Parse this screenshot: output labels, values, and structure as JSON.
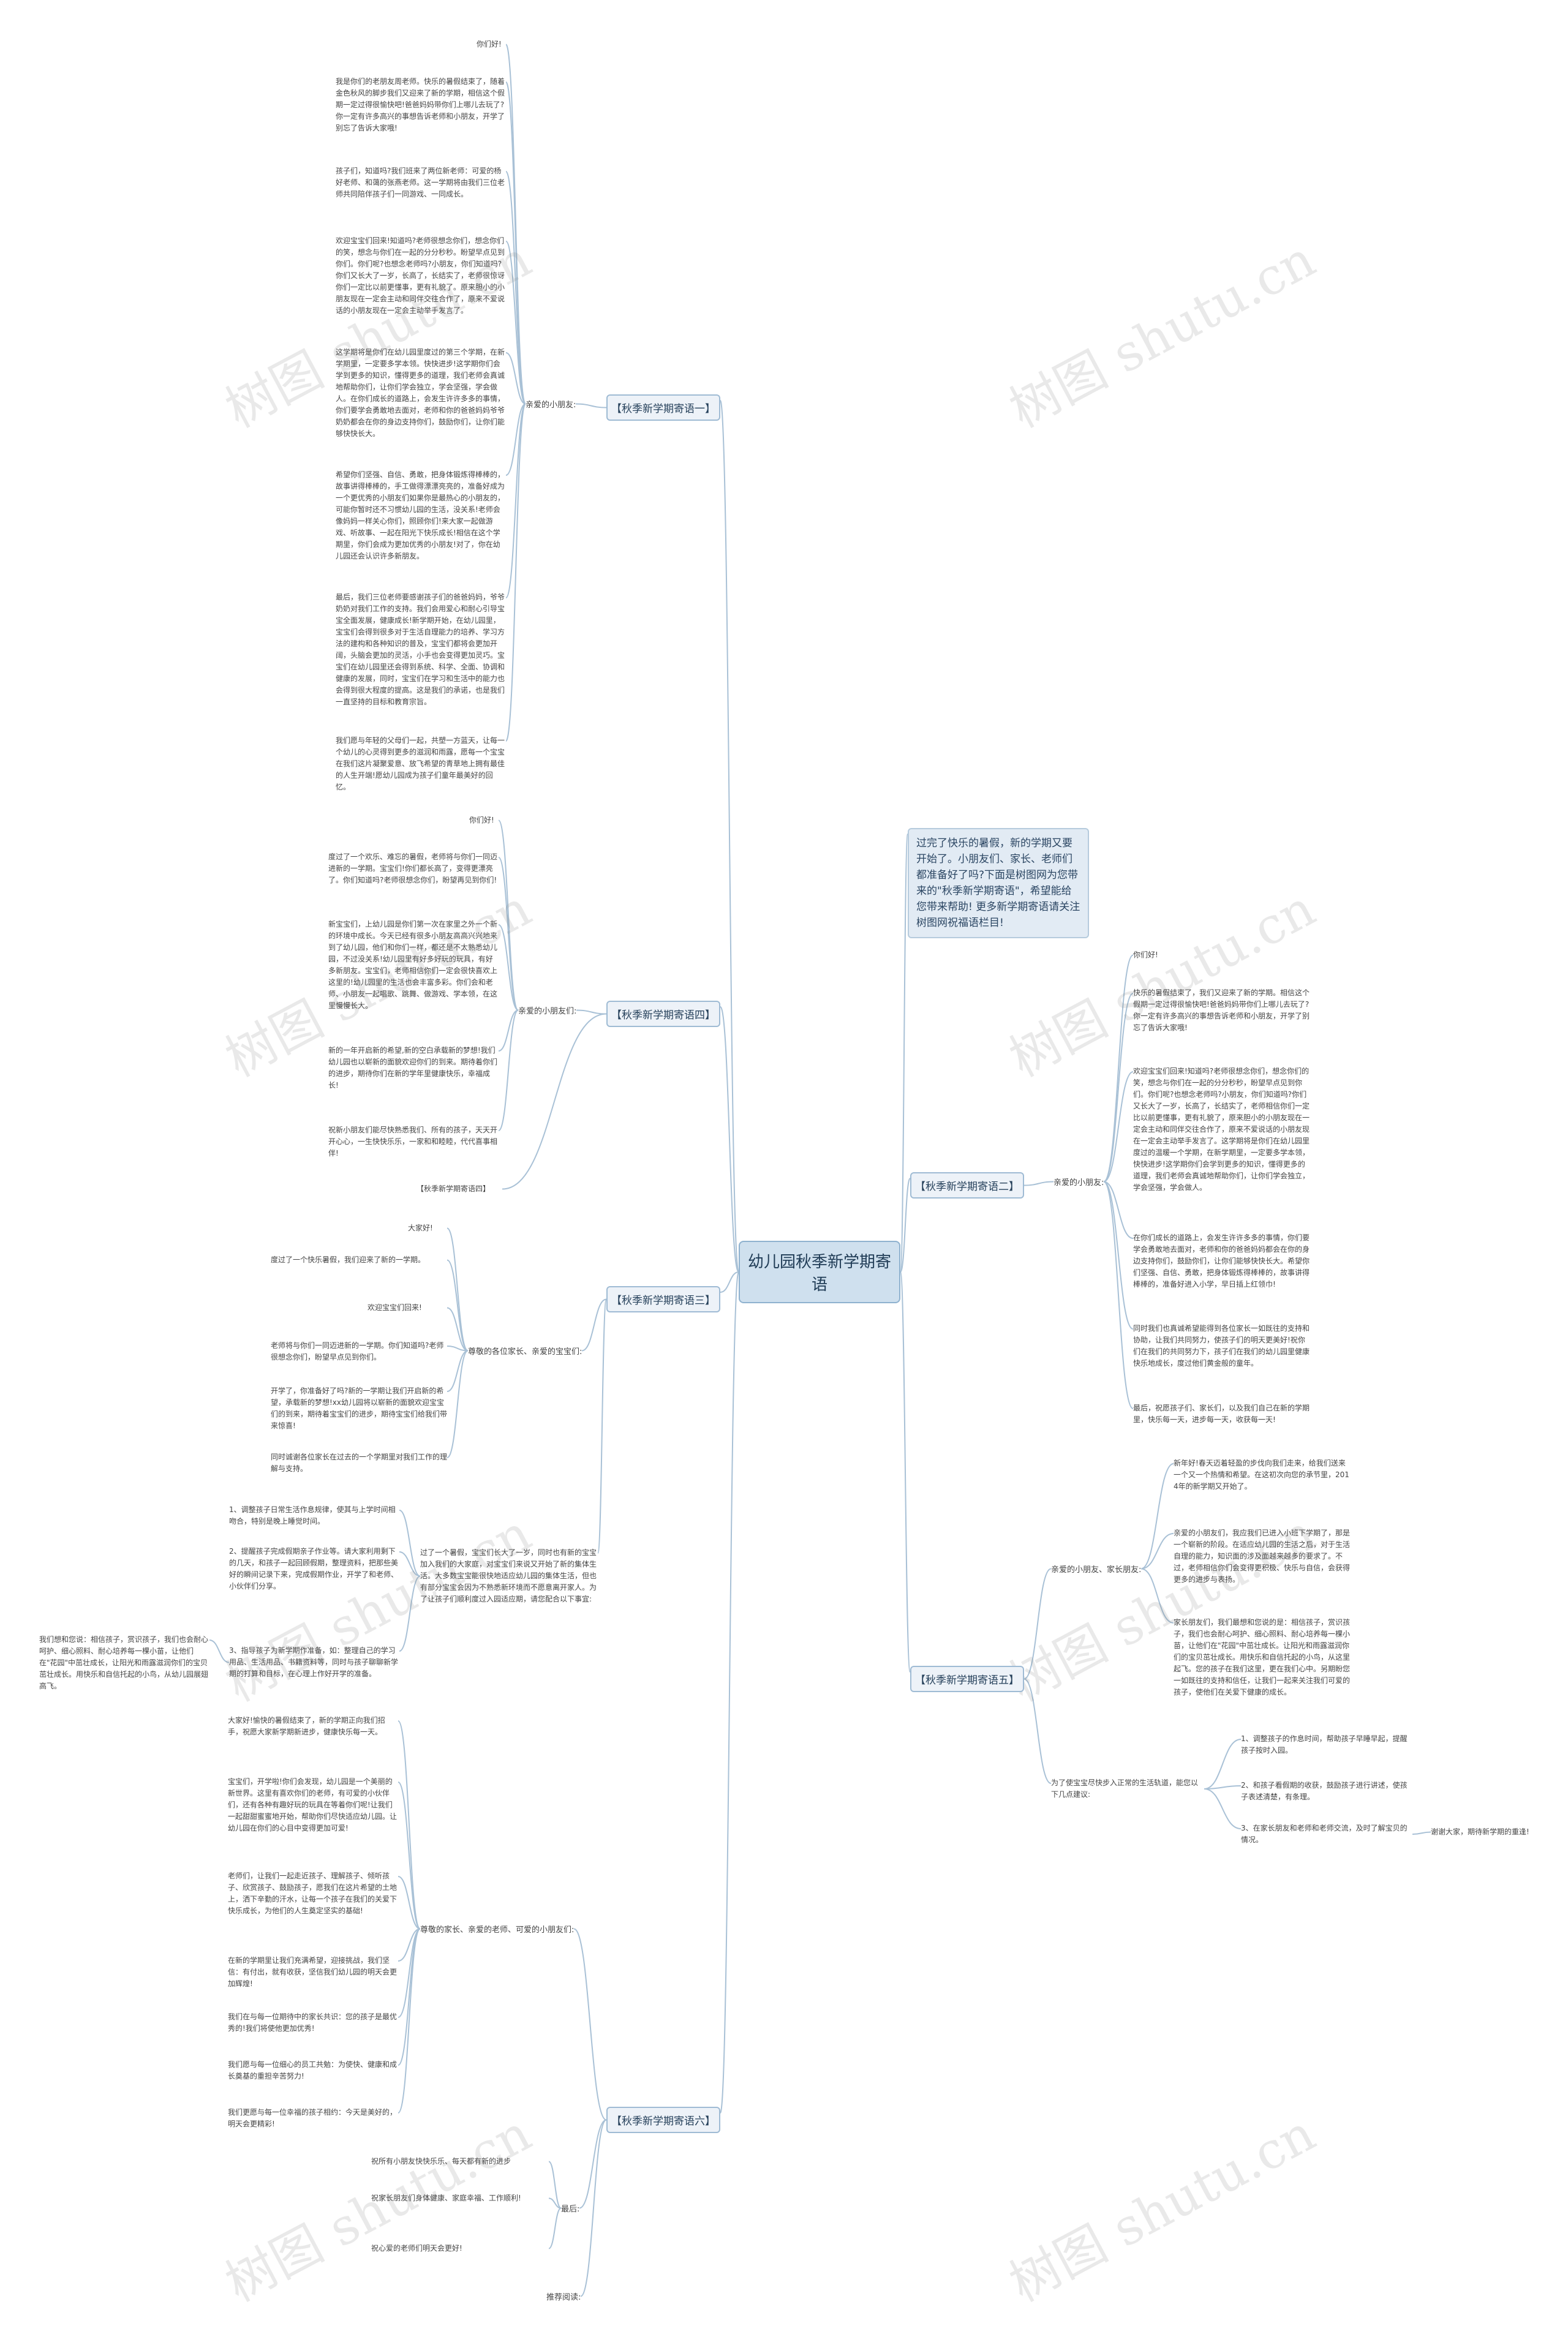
{
  "watermark": "树图 shutu.cn",
  "root": {
    "title": "幼儿园秋季新学期寄语"
  },
  "intro": "过完了快乐的暑假，新的学期又要开始了。小朋友们、家长、老师们都准备好了吗?下面是树图网为您带来的\"秋季新学期寄语\"，希望能给您带来帮助! 更多新学期寄语请关注树图网祝福语栏目!",
  "branches": {
    "b1": {
      "label": "【秋季新学期寄语一】",
      "sub": "亲爱的小朋友:",
      "leaves": [
        "你们好!",
        "我是你们的老朋友周老师。快乐的暑假结束了，随着金色秋风的脚步我们又迎来了新的学期，相信这个假期一定过得很愉快吧!爸爸妈妈带你们上哪儿去玩了?你一定有许多高兴的事想告诉老师和小朋友，开学了别忘了告诉大家哦!",
        "孩子们，知道吗?我们班来了两位新老师：可爱的杨好老师、和蔼的张燕老师。这一学期将由我们三位老师共同陪伴孩子们一同游戏、一同成长。",
        "欢迎宝宝们回来!知道吗?老师很想念你们，想念你们的笑，想念与你们在一起的分分秒秒。盼望早点见到你们。你们呢?也想念老师吗?小朋友，你们知道吗?你们又长大了一岁，长高了，长结实了，老师很惊讶你们一定比以前更懂事，更有礼貌了。原来胆小的小朋友现在一定会主动和同伴交往合作了，原来不爱说话的小朋友现在一定会主动举手发言了。",
        "这学期将是你们在幼儿园里度过的第三个学期，在新学期里，一定要多学本领。快快进步!这学期你们会学到更多的知识，懂得更多的道理，我们老师会真诚地帮助你们，让你们学会独立，学会坚强，学会做人。在你们成长的道路上，会发生许许多多的事情，你们要学会勇敢地去面对，老师和你的爸爸妈妈爷爷奶奶都会在你的身边支持你们，鼓励你们，让你们能够快快长大。",
        "希望你们坚强、自信、勇敢，把身体锻炼得棒棒的，故事讲得棒棒的，手工做得漂漂亮亮的，准备好成为一个更优秀的小朋友们如果你是最热心的小朋友的，可能你暂时还不习惯幼儿园的生活，没关系!老师会像妈妈一样关心你们，照顾你们!来大家一起做游戏、听故事、一起在阳光下快乐成长!相信在这个学期里，你们会成为更加优秀的小朋友!对了，你在幼儿园还会认识许多新朋友。",
        "最后，我们三位老师要感谢孩子们的爸爸妈妈，爷爷奶奶对我们工作的支持。我们会用爱心和耐心引导宝宝全面发展，健康成长!新学期开始，在幼儿园里，宝宝们会得到很多对于生活自理能力的培养、学习方法的建构和各种知识的普及，宝宝们都将会更加开阔，头脑会更加的灵活，小手也会变得更加灵巧。宝宝们在幼儿园里还会得到系统、科学、全面、协调和健康的发展，同时，宝宝们在学习和生活中的能力也会得到很大程度的提高。这是我们的承诺，也是我们一直坚持的目标和教育宗旨。",
        "我们愿与年轻的父母们一起，共塑一方蓝天，让每一个幼儿的心灵得到更多的滋润和雨露，愿每一个宝宝在我们这片凝聚爱意、放飞希望的青草地上拥有最佳的人生开端!愿幼儿园成为孩子们童年最美好的回忆。"
      ]
    },
    "b4": {
      "label": "【秋季新学期寄语四】",
      "sub": "亲爱的小朋友们:",
      "leaves": [
        "你们好!",
        "度过了一个欢乐、难忘的暑假，老师将与你们一同迈进新的一学期。宝宝们!你们都长高了，变得更漂亮了。你们知道吗?老师很想念你们，盼望再见到你们!",
        "新宝宝们，上幼儿园是你们第一次在家里之外一个新的环境中成长。今天已经有很多小朋友高高兴兴地来到了幼儿园，他们和你们一样，都还是不太熟悉幼儿园，不过没关系!幼儿园里有好多好玩的玩具，有好多新朋友。宝宝们，老师相信你们一定会很快喜欢上这里的!幼儿园里的生活也会丰富多彩。你们会和老师、小朋友一起唱歌、跳舞、做游戏、学本领，在这里慢慢长大。",
        "新的一年开启新的希望,新的空白承载新的梦想!我们幼儿园也以崭新的面貌欢迎你们的到来。期待着你们的进步，期待你们在新的学年里健康快乐，幸福成长!",
        "祝新小朋友们能尽快熟悉我们、所有的孩子，天天开开心心，一生快快乐乐，一家和和睦睦，代代喜事相伴!"
      ],
      "tail": "【秋季新学期寄语四】"
    },
    "b3": {
      "label": "【秋季新学期寄语三】",
      "sub": "尊敬的各位家长、亲爱的宝宝们:",
      "leaves": [
        "大家好!",
        "度过了一个快乐暑假，我们迎来了新的一学期。",
        "欢迎宝宝们回来!",
        "老师将与你们一同迈进新的一学期。你们知道吗?老师很想念你们，盼望早点见到你们。",
        "开学了，你准备好了吗?新的一学期让我们开启新的希望，承载新的梦想!xx幼儿园将以崭新的面貌欢迎宝宝们的到来，期待着宝宝们的进步，期待宝宝们给我们带来惊喜!",
        "同时诚谢各位家长在过去的一个学期里对我们工作的理解与支持。",
        "过了一个暑假，宝宝们长大了一岁，同时也有新的宝宝加入我们的大家庭，对宝宝们来说又开始了新的集体生活。大多数宝宝能很快地适应幼儿园的集体生活，但也有部分宝宝会因为不熟悉新环境而不愿意离开家人。为了让孩子们顺利度过入园适应期，请您配合以下事宜:"
      ],
      "tips": [
        "1、调整孩子日常生活作息规律，使其与上学时间相吻合，特别是晚上睡觉时间。",
        "2、提醒孩子完成假期亲子作业等。请大家利用剩下的几天，和孩子一起回顾假期，整理资料，把那些美好的瞬间记录下来，完成假期作业，开学了和老师、小伙伴们分享。",
        "3、指导孩子为新学期作准备，如：整理自己的学习用品、生活用品、书籍资料等，同时与孩子聊聊新学期的打算和目标，在心理上作好开学的准备。"
      ],
      "closing": "我们想和您说：相信孩子，赏识孩子，我们也会耐心呵护、细心照料、耐心培养每一棵小苗，让他们在\"花园\"中茁壮成长，让阳光和雨露滋润你们的宝贝茁壮成长。用快乐和自信托起的小鸟，从幼儿园展翅高飞。"
    },
    "b6": {
      "label": "【秋季新学期寄语六】",
      "sub": "尊敬的家长、亲爱的老师、可爱的小朋友们:",
      "leaves": [
        "大家好!愉快的暑假结束了，新的学期正向我们招手，祝愿大家新学期新进步，健康快乐每一天。",
        "宝宝们，开学啦!你们会发现，幼儿园是一个美丽的新世界。这里有喜欢你们的老师，有可爱的小伙伴们，还有各种有趣好玩的玩具在等着你们呢!让我们一起甜甜蜜蜜地开始，帮助你们尽快适应幼儿园。让幼儿园在你们的心目中变得更加可爱!",
        "老师们，让我们一起走近孩子、理解孩子、倾听孩子、欣赏孩子、鼓励孩子，愿我们在这片希望的土地上，洒下辛勤的汗水，让每一个孩子在我们的关爱下快乐成长，为他们的人生奠定坚实的基础!",
        "在新的学期里让我们充满希望，迎接挑战，我们坚信：有付出，就有收获，坚信我们幼儿园的明天会更加辉煌!",
        "我们在与每一位期待中的家长共识：您的孩子是最优秀的!我们将使他更加优秀!",
        "我们愿与每一位细心的员工共勉：为使快、健康和成长奠基的重担辛苦努力!",
        "我们更愿与每一位幸福的孩子相约：今天是美好的，明天会更精彩!"
      ],
      "sub2": "最后:",
      "wishes": [
        "祝所有小朋友快快乐乐、每天都有新的进步",
        "祝家长朋友们身体健康、家庭幸福、工作顺利!",
        "祝心爱的老师们明天会更好!"
      ],
      "sub3": "推荐阅读:"
    },
    "b2": {
      "label": "【秋季新学期寄语二】",
      "sub": "亲爱的小朋友:",
      "leaves": [
        "你们好!",
        "快乐的暑假结束了，我们又迎来了新的学期。相信这个假期一定过得很愉快吧!爸爸妈妈带你们上哪儿去玩了?你一定有许多高兴的事想告诉老师和小朋友，开学了别忘了告诉大家哦!",
        "欢迎宝宝们回来!知道吗?老师很想念你们，想念你们的笑，想念与你们在一起的分分秒秒，盼望早点见到你们。你们呢?也想念老师吗?小朋友，你们知道吗?你们又长大了一岁，长高了，长结实了，老师相信你们一定比以前更懂事，更有礼貌了，原来胆小的小朋友现在一定会主动和同伴交往合作了，原来不爱说话的小朋友现在一定会主动举手发言了。这学期将是你们在幼儿园里度过的温暖一个学期，在新学期里，一定要多学本领，快快进步!这学期你们会学到更多的知识，懂得更多的道理，我们老师会真诚地帮助你们，让你们学会独立，学会坚强，学会做人。",
        "在你们成长的道路上，会发生许许多多的事情，你们要学会勇敢地去面对，老师和你的爸爸妈妈都会在你的身边支持你们，鼓励你们，让你们能够快快长大。希望你们坚强、自信、勇敢，把身体锻炼得棒棒的，故事讲得棒棒的，准备好进入小学，早日插上红领巾!",
        "同时我们也真诚希望能得到各位家长一如既往的支持和协助，让我们共同努力，使孩子们的明天更美好!祝你们在我们的共同努力下，孩子们在我们的幼儿园里健康快乐地成长，度过他们黄金般的童年。",
        "最后，祝愿孩子们、家长们，以及我们自己在新的学期里，快乐每一天，进步每一天，收获每一天!"
      ]
    },
    "b5": {
      "label": "【秋季新学期寄语五】",
      "sub": "亲爱的小朋友、家长朋友:",
      "leaves": [
        "新年好!春天迈着轻盈的步伐向我们走来，给我们送来一个又一个热情和希望。在这初次向您的承节里，2014年的新学期又开始了。",
        "亲爱的小朋友们，我应我们已进入小班下学期了，那是一个崭新的阶段。在适应幼儿园的生活之后，对于生活自理的能力，知识面的涉及面越来越多的要求了。不过，老师相信你们会变得更积极、快乐与自信，会获得更多的进步与表扬。",
        "家长朋友们，我们最想和您说的是：相信孩子，赏识孩子，我们也会耐心呵护、细心照料、耐心培养每一棵小苗，让他们在\"花园\"中茁壮成长。让阳光和雨露滋润你们的宝贝茁壮成长。用快乐和自信托起的小鸟，从这里起飞。您的孩子在我们这里，更在我们心中。另期盼您一如既往的支持和信任，让我们一起来关注我们可爱的孩子，使他们在关爱下健康的成长。"
      ],
      "sub2": "为了使宝宝尽快步入正常的生活轨道，能您以下几点建议:",
      "tips": [
        "1、调整孩子的作息时间，帮助孩子早睡早起，提醒孩子按时入园。",
        "2、和孩子看假期的收获，鼓励孩子进行讲述，使孩子表述清楚，有条理。",
        "3、在家长朋友和老师和老师交流，及时了解宝贝的情况。"
      ],
      "thanks": "谢谢大家，期待新学期的重逢!"
    }
  }
}
